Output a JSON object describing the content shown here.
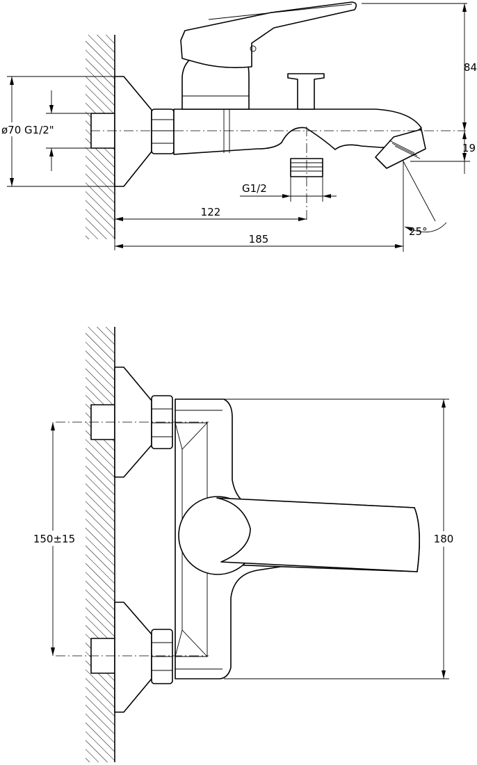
{
  "side_view": {
    "dim_height_top": "84",
    "dim_diameter_thread": "ø70 G1/2\"",
    "dim_spout_offset": "19",
    "dim_shower_thread": "G1/2",
    "dim_shower_outlet_distance": "122",
    "dim_spout_length": "185",
    "dim_aerator_angle": "25°"
  },
  "top_view": {
    "dim_inlet_spacing": "150±15",
    "dim_body_depth": "180"
  }
}
